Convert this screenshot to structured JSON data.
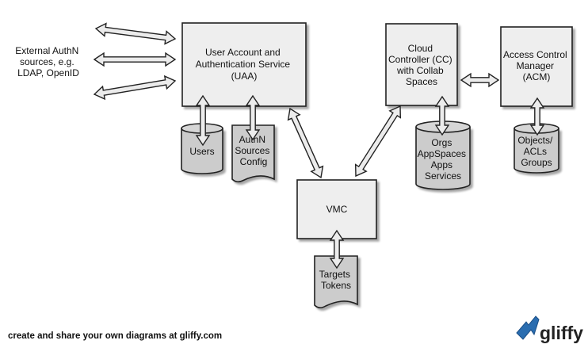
{
  "external": {
    "lines": [
      "External AuthN",
      "sources, e.g.",
      "LDAP, OpenID"
    ]
  },
  "uaa": {
    "lines": [
      "User Account and",
      "Authentication Service",
      "(UAA)"
    ]
  },
  "cc": {
    "lines": [
      "Cloud",
      "Controller (CC)",
      "with Collab",
      "Spaces"
    ]
  },
  "acm": {
    "lines": [
      "Access Control",
      "Manager",
      "(ACM)"
    ]
  },
  "vmc": {
    "lines": [
      "VMC"
    ]
  },
  "users_db": {
    "lines": [
      "Users"
    ]
  },
  "authn_doc": {
    "lines": [
      "AuthN",
      "Sources",
      "Config"
    ]
  },
  "cc_db": {
    "lines": [
      "Orgs",
      "AppSpaces",
      "Apps",
      "Services"
    ]
  },
  "acm_db": {
    "lines": [
      "Objects/",
      "ACLs",
      "Groups"
    ]
  },
  "targets_doc": {
    "lines": [
      "Targets",
      "Tokens"
    ]
  },
  "footer": {
    "text": "create and share your own diagrams at gliffy.com"
  },
  "logo": {
    "text": "gliffy"
  }
}
